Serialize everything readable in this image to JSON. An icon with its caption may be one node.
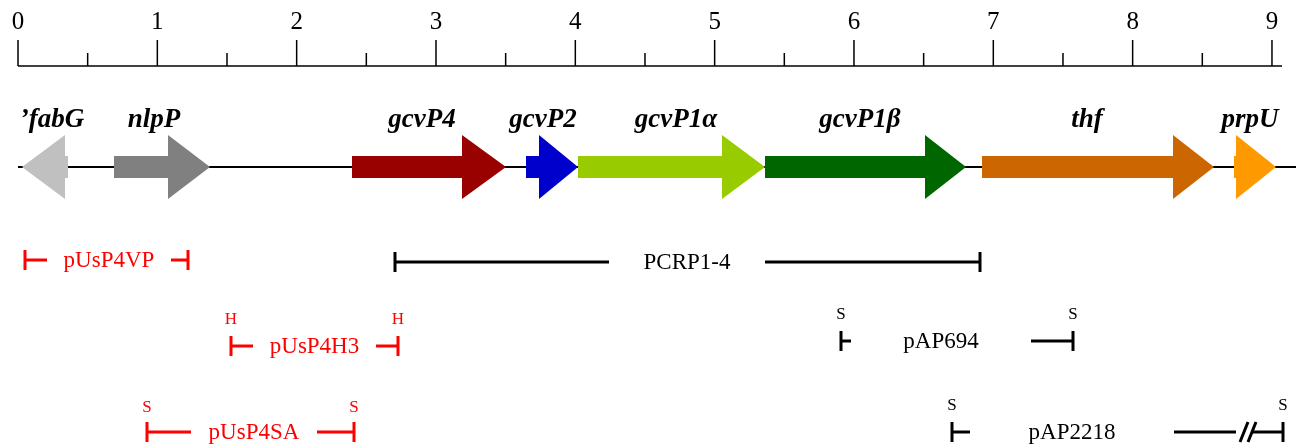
{
  "diagram": {
    "nodes": [
      {
        "text": [
          "’fabG"
        ]
      },
      {
        "text": [
          "nlpP"
        ]
      },
      {
        "text": [
          "gcvP4"
        ]
      },
      {
        "text": [
          "gcvP2"
        ]
      },
      {
        "text": [
          "gcvP1α"
        ]
      },
      {
        "text": [
          "gcvP1β"
        ]
      },
      {
        "text": [
          "thf"
        ]
      },
      {
        "text": [
          "prpU"
        ]
      },
      {
        "text": [
          "pUsP4VP"
        ]
      },
      {
        "text": [
          "PCRP1-4"
        ]
      },
      {
        "text": [
          "pUsP4H3"
        ]
      },
      {
        "text": [
          "pAP694"
        ]
      },
      {
        "text": [
          "pUsP4SA"
        ]
      },
      {
        "text": [
          "pAP2218"
        ]
      }
    ],
    "labels": [
      "0",
      "1",
      "2",
      "3",
      "4",
      "5",
      "6",
      "7",
      "8",
      "9",
      "H",
      "H",
      "S",
      "S",
      "S",
      "S",
      "S",
      "S"
    ]
  }
}
